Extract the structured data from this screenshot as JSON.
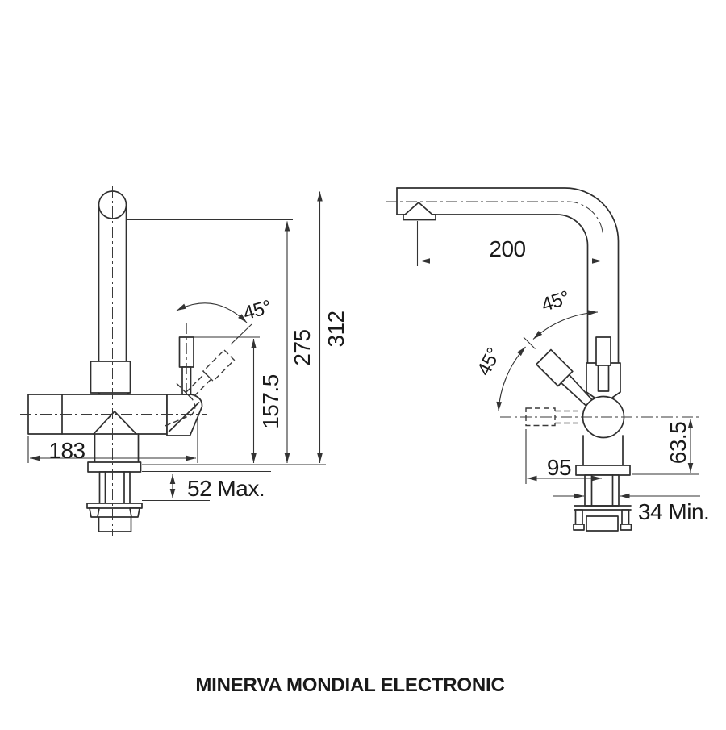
{
  "title": "MINERVA MONDIAL ELECTRONIC",
  "colors": {
    "line": "#2f2f2f",
    "dim_line": "#333333",
    "text": "#1a1a1a",
    "background": "#ffffff"
  },
  "front_view": {
    "dims": {
      "overall_depth": "183",
      "handle_top_height": "157.5",
      "spout_underside_height": "275",
      "overall_height": "312",
      "max_deck_thickness": "52 Max.",
      "handle_swing_angle": "45°"
    }
  },
  "side_view": {
    "dims": {
      "spout_reach": "200",
      "swivel_angle_upper": "45°",
      "swivel_angle_lower": "45°",
      "side_outlet_reach": "95",
      "outlet_axis_height": "63.5",
      "min_hole": "34 Min."
    }
  }
}
